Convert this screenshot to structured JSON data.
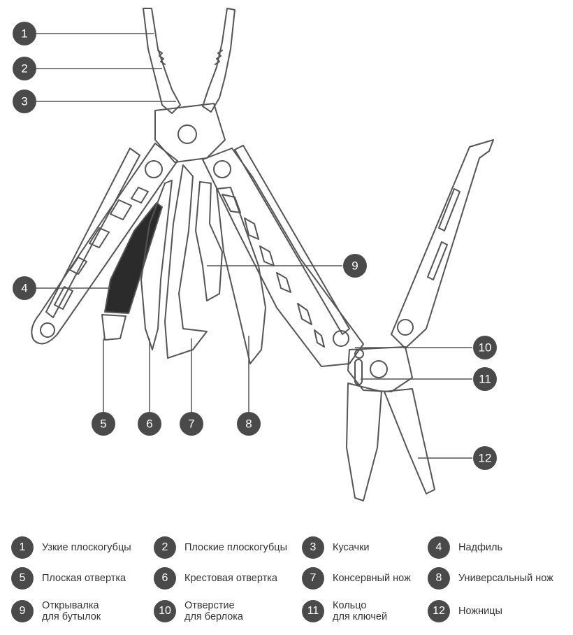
{
  "callouts": [
    {
      "num": "1"
    },
    {
      "num": "2"
    },
    {
      "num": "3"
    },
    {
      "num": "4"
    },
    {
      "num": "5"
    },
    {
      "num": "6"
    },
    {
      "num": "7"
    },
    {
      "num": "8"
    },
    {
      "num": "9"
    },
    {
      "num": "10"
    },
    {
      "num": "11"
    },
    {
      "num": "12"
    }
  ],
  "legend": [
    {
      "num": "1",
      "label": "Узкие плоскогубцы"
    },
    {
      "num": "2",
      "label": "Плоские плоскогубцы"
    },
    {
      "num": "3",
      "label": "Кусачки"
    },
    {
      "num": "4",
      "label": "Надфиль"
    },
    {
      "num": "5",
      "label": "Плоская отвертка"
    },
    {
      "num": "6",
      "label": "Крестовая отвертка"
    },
    {
      "num": "7",
      "label": "Консервный нож"
    },
    {
      "num": "8",
      "label": "Универсальный нож"
    },
    {
      "num": "9",
      "label": "Открывалка\nдля бутылок"
    },
    {
      "num": "10",
      "label": "Отверстие\nдля берлока"
    },
    {
      "num": "11",
      "label": "Кольцо\nдля ключей"
    },
    {
      "num": "12",
      "label": "Ножницы"
    }
  ],
  "colors": {
    "badge": "#4a4a4a",
    "line": "#555555",
    "file_fill": "#2b2b2b"
  }
}
